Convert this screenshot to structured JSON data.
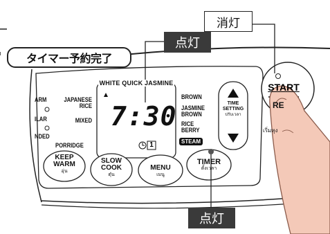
{
  "callouts": {
    "light_off_top": "消灯",
    "light_on_top": "点灯",
    "timer_banner": "タイマー予約完了",
    "light_on_bottom": "点灯"
  },
  "display": {
    "header": "WHITE QUICK JASMINE",
    "time": "7:30",
    "timer_number": "1"
  },
  "menu_left": {
    "warm_partial": "ARM",
    "japanese_rice": "JAPANESE\nRICE",
    "ular_partial": "ILAR",
    "mixed": "MIXED",
    "nded_partial": "NDED",
    "porridge": "PORRIDGE"
  },
  "menu_right": {
    "brown": "BROWN",
    "jasmine_brown": "JASMINE\nBROWN",
    "rice_berry": "RICE\nBERRY",
    "steam": "STEAM"
  },
  "buttons": {
    "time_setting": "TIME\nSETTING",
    "time_setting_thai": "ปรับเวลา",
    "keep_warm": "KEEP\nWARM",
    "keep_warm_thai": "อุ่น",
    "slow_cook": "SLOW\nCOOK",
    "slow_cook_thai": "ตุ๋น",
    "menu": "MENU",
    "menu_thai": "เมนู",
    "timer": "TIMER",
    "timer_thai": "ตั้งเวลา",
    "start": "START",
    "reset_partial": "RE",
    "start_thai_partial": "เริ่มหุง"
  },
  "colors": {
    "callout_dark": "#3a3a3a",
    "panel_bg": "#ffffff",
    "line": "#222222",
    "finger": "#f4c9b8"
  }
}
